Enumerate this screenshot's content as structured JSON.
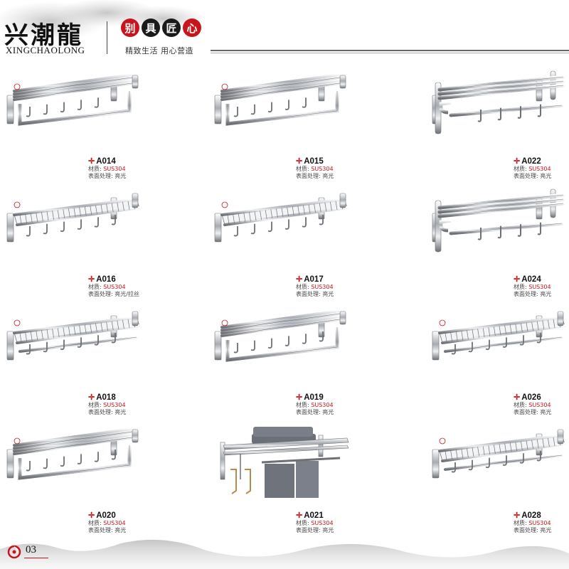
{
  "header": {
    "brand_cn": "兴潮龍",
    "brand_en": "XINGCHAOLONG",
    "seals": [
      {
        "char": "别",
        "color": "red"
      },
      {
        "char": "具",
        "color": "black"
      },
      {
        "char": "匠",
        "color": "black"
      },
      {
        "char": "心",
        "color": "red"
      }
    ],
    "slogan": "精致生活 用心营造"
  },
  "spec_labels": {
    "material_label": "材质:",
    "finish_label": "表面处理:"
  },
  "products": [
    {
      "code": "A014",
      "material": "SUS304",
      "finish": "亮光",
      "style": "fold-rail"
    },
    {
      "code": "A015",
      "material": "SUS304",
      "finish": "亮光",
      "style": "fold-rail"
    },
    {
      "code": "A022",
      "material": "SUS304",
      "finish": "亮光",
      "style": "tube-rack"
    },
    {
      "code": "A016",
      "material": "SUS304",
      "finish": "亮光/拉丝",
      "style": "basket"
    },
    {
      "code": "A017",
      "material": "SUS304",
      "finish": "亮光",
      "style": "basket"
    },
    {
      "code": "A024",
      "material": "SUS304",
      "finish": "亮光",
      "style": "tube-rack"
    },
    {
      "code": "A018",
      "material": "SUS304",
      "finish": "亮光",
      "style": "basket-rail"
    },
    {
      "code": "A019",
      "material": "SUS304",
      "finish": "亮光",
      "style": "fold-hooks"
    },
    {
      "code": "A026",
      "material": "SUS304",
      "finish": "亮光",
      "style": "flat-basket"
    },
    {
      "code": "A020",
      "material": "SUS304",
      "finish": "亮光",
      "style": "fold-hooks"
    },
    {
      "code": "A021",
      "material": "SUS304",
      "finish": "亮光",
      "style": "towel"
    },
    {
      "code": "A028",
      "material": "SUS304",
      "finish": "亮光",
      "style": "flat-basket"
    }
  ],
  "footer": {
    "page_number": "03"
  },
  "colors": {
    "accent_red": "#c8151b",
    "chrome_dark": "#6d7075",
    "chrome_light": "#eef0f2"
  }
}
